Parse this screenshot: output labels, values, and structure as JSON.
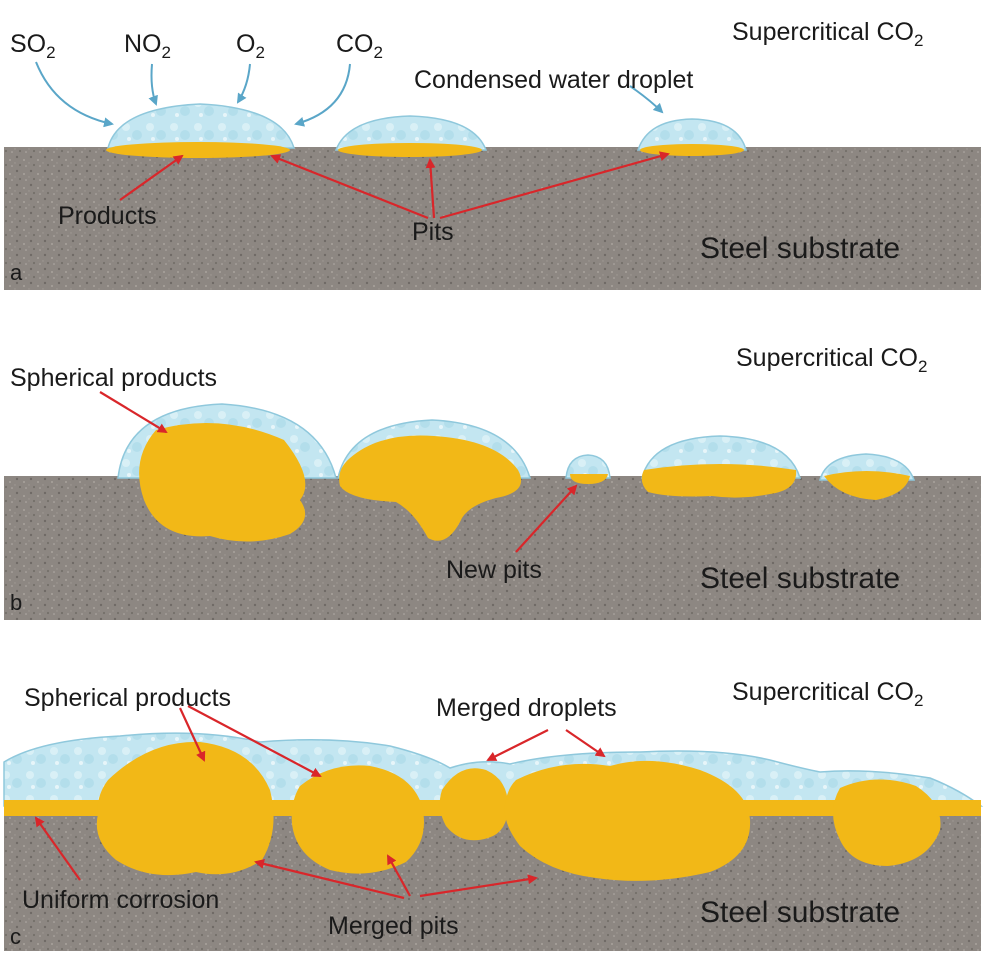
{
  "colors": {
    "substrate": "#8b8580",
    "product": "#f2b817",
    "water": "#bfe3ef",
    "water_edge": "#8fc8dc",
    "arrow_red": "#d9262a",
    "arrow_blue": "#5aa6c8"
  },
  "panel_a": {
    "letter": "a",
    "environment": {
      "main": "Supercritical CO",
      "sub": "2"
    },
    "gases": [
      {
        "main": "SO",
        "sub": "2"
      },
      {
        "main": "NO",
        "sub": "2"
      },
      {
        "main": "O",
        "sub": "2"
      },
      {
        "main": "CO",
        "sub": "2"
      }
    ],
    "droplet_label": "Condensed water droplet",
    "products_label": "Products",
    "pits_label": "Pits",
    "substrate_label": "Steel substrate"
  },
  "panel_b": {
    "letter": "b",
    "environment": {
      "main": "Supercritical CO",
      "sub": "2"
    },
    "products_label": "Spherical products",
    "new_pits_label": "New pits",
    "substrate_label": "Steel substrate"
  },
  "panel_c": {
    "letter": "c",
    "environment": {
      "main": "Supercritical CO",
      "sub": "2"
    },
    "products_label": "Spherical products",
    "merged_droplets_label": "Merged droplets",
    "uniform_label": "Uniform corrosion",
    "merged_pits_label": "Merged pits",
    "substrate_label": "Steel substrate"
  }
}
